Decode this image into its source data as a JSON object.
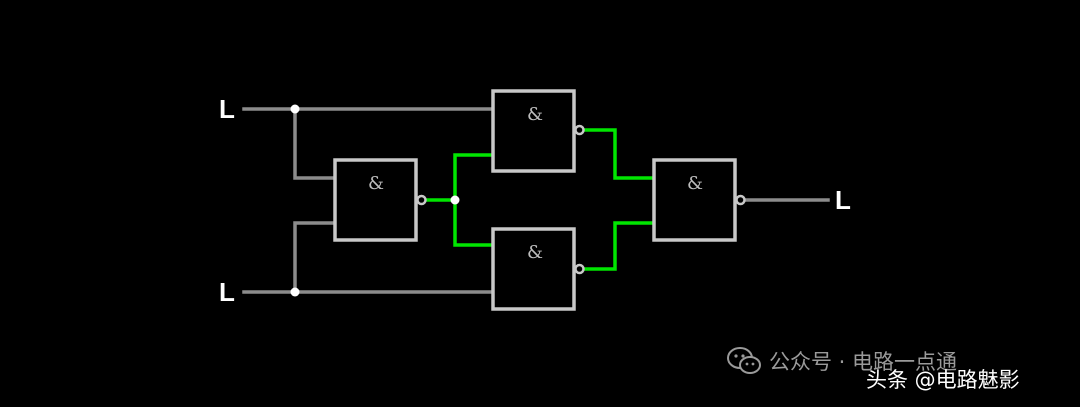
{
  "inputs": {
    "top_label": "L",
    "bottom_label": "L"
  },
  "output": {
    "label": "L"
  },
  "gates": {
    "gate1_symbol": "&",
    "gate2_symbol": "&",
    "gate3_symbol": "&",
    "gate4_symbol": "&"
  },
  "watermarks": {
    "wechat_text": "公众号 · 电路一点通",
    "toutiao_text": "头条 @电路魅影"
  },
  "colors": {
    "background": "#000000",
    "wire_low": "#8c8c8c",
    "wire_high": "#00e600",
    "gate_border": "#c8c8c8",
    "label": "#ffffff"
  }
}
